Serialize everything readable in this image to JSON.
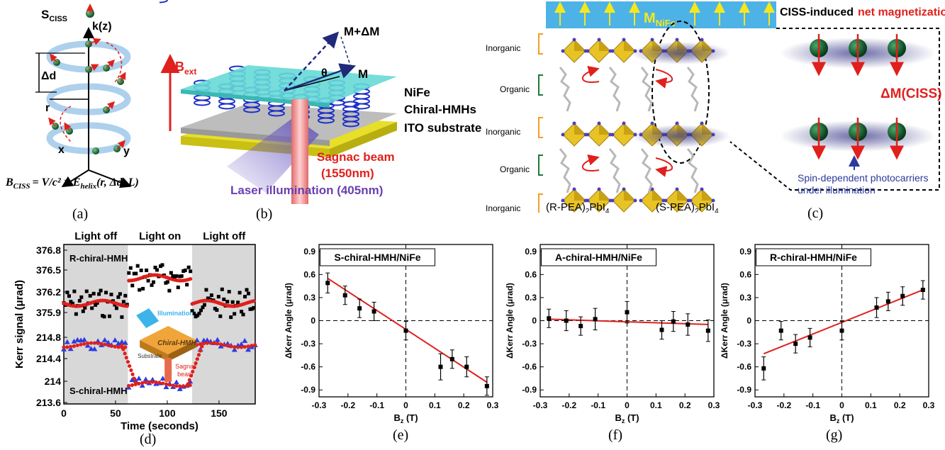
{
  "panel_labels": [
    "(a)",
    "(b)",
    "(c)",
    "(d)",
    "(e)",
    "(f)",
    "(g)"
  ],
  "panel_a": {
    "s_label": "S",
    "s_sub": "CISS",
    "k_label": "k(z)",
    "delta_d": "Δd",
    "r_label": "r",
    "x_label": "x",
    "y_label": "y",
    "formula_lhs": "B",
    "formula_lhs_sub": "CISS",
    "formula_rhs": "= V/c² × E",
    "formula_sub": "helix",
    "formula_args": "(r, Δd, L)"
  },
  "panel_b": {
    "bext": "B",
    "bext_sub": "ext",
    "m_delta": "M+ΔM",
    "m": "M",
    "theta": "θ",
    "nife": "NiFe",
    "chiral": "Chiral-HMHs",
    "ito": "ITO substrate",
    "sagnac1": "Sagnac beam",
    "sagnac2": "(1550nm)",
    "laser": "Laser illumination (405nm)"
  },
  "panel_c": {
    "m_nife": "M",
    "m_nife_sub": "NiFe",
    "ciss_induced": "CISS-induced",
    "net_mag": "net magnetization",
    "delta_m": "ΔM(CISS)",
    "layers": [
      "Inorganic",
      "Organic",
      "Inorganic",
      "Organic",
      "Inorganic"
    ],
    "r_pea": "(R-PEA)",
    "r_pea_tail": "PbI",
    "s_pea": "(S-PEA)",
    "s_pea_tail": "PbI",
    "spin_note1": "Spin-dependent photocarriers",
    "spin_note2": "under illumination",
    "colors": {
      "nife_bar": "#4db3e6",
      "red": "#e0201c",
      "blue_note": "#2b3a9b"
    }
  },
  "panel_d": {
    "header_off1": "Light off",
    "header_on": "Light on",
    "header_off2": "Light off",
    "r_label": "R-chiral-HMH",
    "s_label": "S-chiral-HMH",
    "ylabel": "Kerr signal (μrad)",
    "xlabel": "Time (seconds)",
    "yticks_top": [
      "376.8",
      "376.5",
      "376.2",
      "375.9"
    ],
    "yticks_bot": [
      "214.8",
      "214.4",
      "214",
      "213.6"
    ],
    "xticks": [
      "0",
      "50",
      "100",
      "150"
    ],
    "inset_illum": "Illumination",
    "inset_chiral": "Chiral-HMH",
    "inset_sub": "Substrate",
    "inset_sagnac1": "Sagnac",
    "inset_sagnac2": "beam",
    "light_on_range": [
      62,
      124
    ],
    "x_range": [
      0,
      185
    ]
  },
  "chart_data": [
    {
      "type": "scatter",
      "title": "S-chiral-HMH/NiFe",
      "xlabel": "B",
      "xlabel_sub": "z",
      "xlabel_tail": " (T)",
      "ylabel": "ΔKerr Angle (μrad)",
      "xlim": [
        -0.3,
        0.3
      ],
      "ylim": [
        -0.99,
        0.99
      ],
      "xticks": [
        "-0.3",
        "-0.2",
        "-0.1",
        "0",
        "0.1",
        "0.2",
        "0.3"
      ],
      "yticks": [
        "0.9",
        "0.6",
        "0.3",
        "0",
        "-0.3",
        "-0.6",
        "-0.9"
      ],
      "points": [
        {
          "x": -0.27,
          "y": 0.49,
          "err": 0.13
        },
        {
          "x": -0.21,
          "y": 0.33,
          "err": 0.12
        },
        {
          "x": -0.16,
          "y": 0.16,
          "err": 0.12
        },
        {
          "x": -0.11,
          "y": 0.12,
          "err": 0.12
        },
        {
          "x": 0.0,
          "y": -0.13,
          "err": 0.12
        },
        {
          "x": 0.12,
          "y": -0.6,
          "err": 0.17
        },
        {
          "x": 0.16,
          "y": -0.5,
          "err": 0.12
        },
        {
          "x": 0.21,
          "y": -0.6,
          "err": 0.13
        },
        {
          "x": 0.28,
          "y": -0.85,
          "err": 0.12
        }
      ],
      "fit": {
        "x": [
          -0.27,
          0.28
        ],
        "y": [
          0.55,
          -0.8
        ]
      }
    },
    {
      "type": "scatter",
      "title": "A-chiral-HMH/NiFe",
      "xlabel": "B",
      "xlabel_sub": "z",
      "xlabel_tail": " (T)",
      "ylabel": "ΔKerr Angle (μrad)",
      "xlim": [
        -0.3,
        0.3
      ],
      "ylim": [
        -0.99,
        0.99
      ],
      "xticks": [
        "-0.3",
        "-0.2",
        "-0.1",
        "0",
        "0.1",
        "0.2",
        "0.3"
      ],
      "yticks": [
        "0.9",
        "0.6",
        "0.3",
        "0",
        "-0.3",
        "-0.6",
        "-0.9"
      ],
      "points": [
        {
          "x": -0.27,
          "y": 0.03,
          "err": 0.12
        },
        {
          "x": -0.21,
          "y": 0.0,
          "err": 0.13
        },
        {
          "x": -0.16,
          "y": -0.07,
          "err": 0.12
        },
        {
          "x": -0.11,
          "y": 0.02,
          "err": 0.14
        },
        {
          "x": 0.0,
          "y": 0.11,
          "err": 0.14
        },
        {
          "x": 0.12,
          "y": -0.12,
          "err": 0.12
        },
        {
          "x": 0.16,
          "y": -0.01,
          "err": 0.13
        },
        {
          "x": 0.21,
          "y": -0.05,
          "err": 0.14
        },
        {
          "x": 0.28,
          "y": -0.13,
          "err": 0.14
        }
      ],
      "fit": {
        "x": [
          -0.27,
          0.28
        ],
        "y": [
          0.02,
          -0.05
        ]
      }
    },
    {
      "type": "scatter",
      "title": "R-chiral-HMH/NiFe",
      "xlabel": "B",
      "xlabel_sub": "z",
      "xlabel_tail": " (T)",
      "ylabel": "ΔKerr Angle (μrad)",
      "xlim": [
        -0.3,
        0.3
      ],
      "ylim": [
        -0.99,
        0.99
      ],
      "xticks": [
        "-0.3",
        "-0.2",
        "-0.1",
        "0",
        "0.1",
        "0.2",
        "0.3"
      ],
      "yticks": [
        "0.9",
        "0.6",
        "0.3",
        "0",
        "-0.3",
        "-0.6",
        "-0.9"
      ],
      "points": [
        {
          "x": -0.27,
          "y": -0.62,
          "err": 0.15
        },
        {
          "x": -0.21,
          "y": -0.13,
          "err": 0.12
        },
        {
          "x": -0.16,
          "y": -0.3,
          "err": 0.12
        },
        {
          "x": -0.11,
          "y": -0.22,
          "err": 0.12
        },
        {
          "x": 0.0,
          "y": -0.13,
          "err": 0.12
        },
        {
          "x": 0.12,
          "y": 0.17,
          "err": 0.13
        },
        {
          "x": 0.16,
          "y": 0.25,
          "err": 0.12
        },
        {
          "x": 0.21,
          "y": 0.32,
          "err": 0.12
        },
        {
          "x": 0.28,
          "y": 0.4,
          "err": 0.12
        }
      ],
      "fit": {
        "x": [
          -0.27,
          0.28
        ],
        "y": [
          -0.43,
          0.4
        ]
      }
    }
  ]
}
